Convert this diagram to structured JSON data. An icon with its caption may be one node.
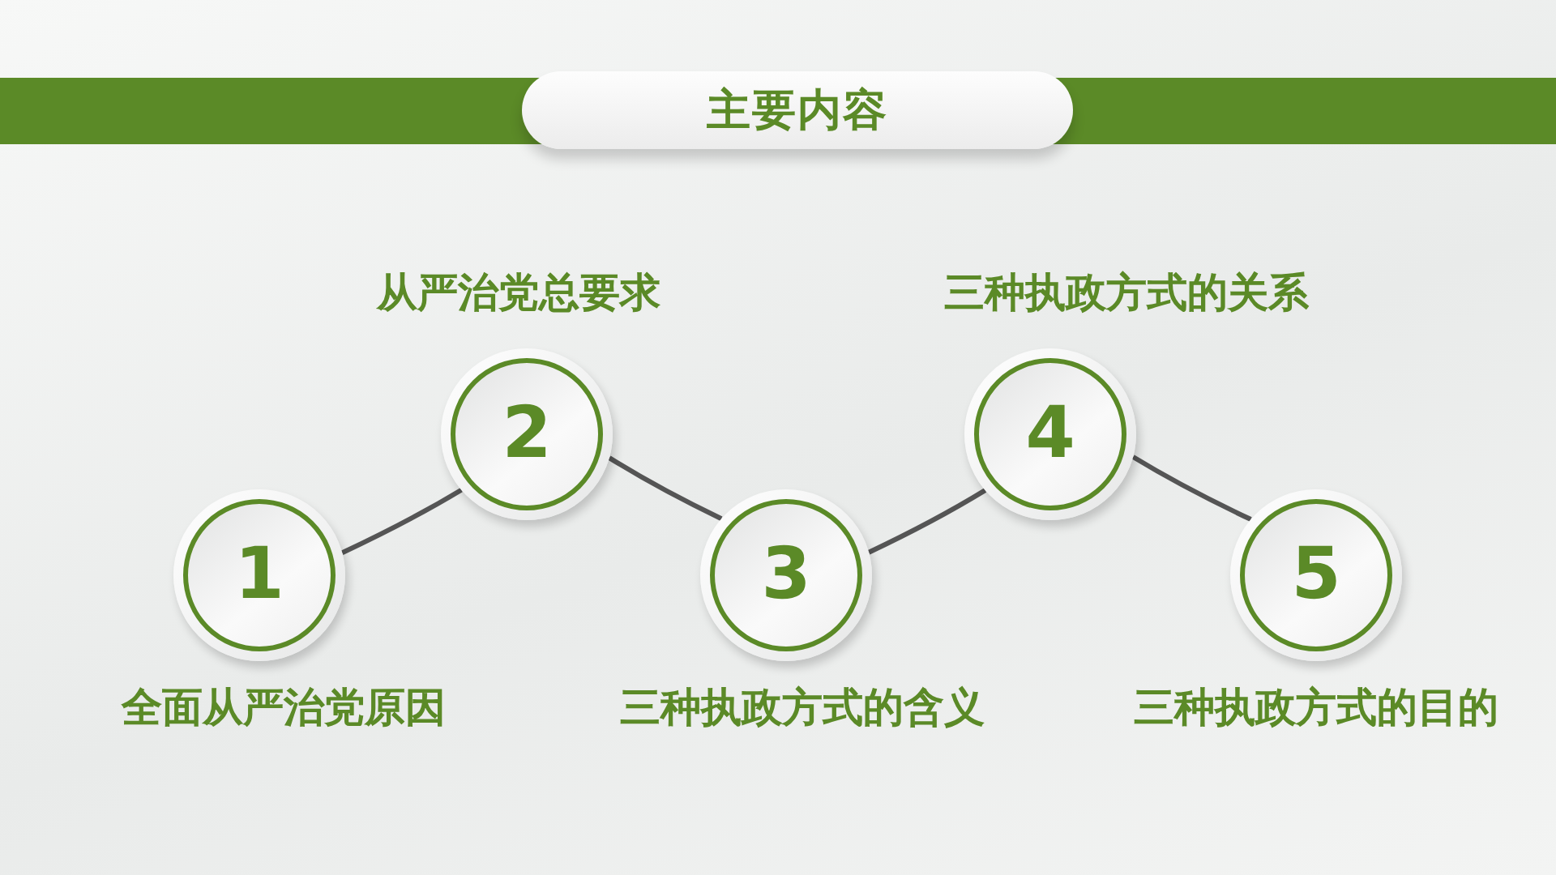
{
  "diagram": {
    "title": "主要内容",
    "nodes": [
      {
        "text": [
          "1"
        ],
        "beside": [
          "全面从严治党原因"
        ]
      },
      {
        "text": [
          "2"
        ],
        "beside": [
          "从严治党总要求"
        ]
      },
      {
        "text": [
          "3"
        ],
        "beside": [
          "三种执政方式的含义"
        ]
      },
      {
        "text": [
          "4"
        ],
        "beside": [
          "三种执政方式的关系"
        ]
      },
      {
        "text": [
          "5"
        ],
        "beside": [
          "三种执政方式的目的"
        ]
      }
    ],
    "edges": [
      {
        "from": 0,
        "to": 1,
        "arrow": "none"
      },
      {
        "from": 1,
        "to": 2,
        "arrow": "none"
      },
      {
        "from": 2,
        "to": 3,
        "arrow": "none"
      },
      {
        "from": 3,
        "to": 4,
        "arrow": "none"
      }
    ]
  }
}
